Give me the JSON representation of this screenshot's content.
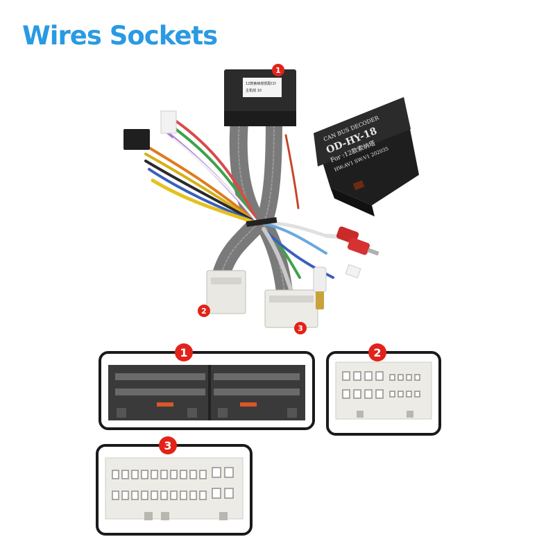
{
  "title": "Wires Sockets",
  "decoder": {
    "line1": "CAN BUS DECODER",
    "line2": "OD-HY-18",
    "line3": "For :12款索纳塔",
    "line4": "HW:AV1 SW:V1 202035"
  },
  "connector_label": {
    "line1": "12款索纳塔低配CD",
    "line2": "主机线 10"
  },
  "callouts": [
    "1",
    "2",
    "3"
  ],
  "colors": {
    "title": "#2a9ae2",
    "badge": "#e2231a",
    "connector_dark": "#2b2b2b",
    "connector_light": "#ecebe6"
  }
}
